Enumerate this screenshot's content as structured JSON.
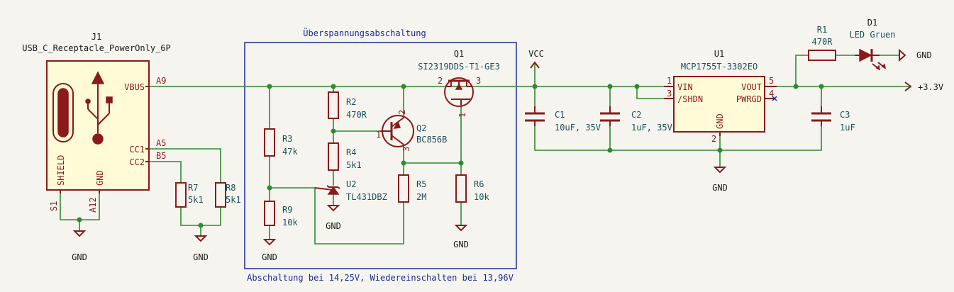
{
  "colors": {
    "wire": "#2c8c2c",
    "component": "#8b1a1a",
    "body": "#fffbd6",
    "text": "#1e4f5a",
    "frame": "#1f2a90"
  },
  "frame": {
    "title": "Überspannungsabschaltung",
    "note": "Abschaltung bei 14,25V, Wiedereinschalten bei 13,96V"
  },
  "J1": {
    "ref": "J1",
    "value": "USB_C_Receptacle_PowerOnly_6P",
    "icon": "usb-icon",
    "pins": {
      "vbus": "VBUS",
      "cc1": "CC1",
      "cc2": "CC2",
      "shield": "SHIELD",
      "gnd": "GND"
    },
    "pin_numbers": {
      "a9": "A9",
      "a5": "A5",
      "b5": "B5",
      "s1": "S1",
      "a12": "A12"
    }
  },
  "R7": {
    "ref": "R7",
    "value": "5k1"
  },
  "R8": {
    "ref": "R8",
    "value": "5k1"
  },
  "R2": {
    "ref": "R2",
    "value": "470R"
  },
  "R3": {
    "ref": "R3",
    "value": "47k"
  },
  "R4": {
    "ref": "R4",
    "value": "5k1"
  },
  "R5": {
    "ref": "R5",
    "value": "2M"
  },
  "R6": {
    "ref": "R6",
    "value": "10k"
  },
  "R9": {
    "ref": "R9",
    "value": "10k"
  },
  "U2": {
    "ref": "U2",
    "value": "TL431DBZ"
  },
  "Q2": {
    "ref": "Q2",
    "value": "BC856B",
    "pins": {
      "p1": "1",
      "p2": "2",
      "p3": "3"
    }
  },
  "Q1": {
    "ref": "Q1",
    "value": "SI2319DDS-T1-GE3",
    "pins": {
      "p1": "1",
      "p2": "2",
      "p3": "3"
    }
  },
  "C1": {
    "ref": "C1",
    "value": "10uF, 35V"
  },
  "C2": {
    "ref": "C2",
    "value": "1uF, 35V"
  },
  "C3": {
    "ref": "C3",
    "value": "1uF"
  },
  "U1": {
    "ref": "U1",
    "value": "MCP1755T-3302EO",
    "pins": {
      "vin": "VIN",
      "shdn": "/SHDN",
      "gnd": "GND",
      "vout": "VOUT",
      "pwrgd": "PWRGD"
    },
    "pin_numbers": {
      "p1": "1",
      "p2": "2",
      "p3": "3",
      "p4": "4",
      "p5": "5"
    }
  },
  "R1": {
    "ref": "R1",
    "value": "470R"
  },
  "D1": {
    "ref": "D1",
    "value": "LED Gruen"
  },
  "power": {
    "vcc": "VCC",
    "gnd": "GND",
    "out": "+3.3V"
  }
}
